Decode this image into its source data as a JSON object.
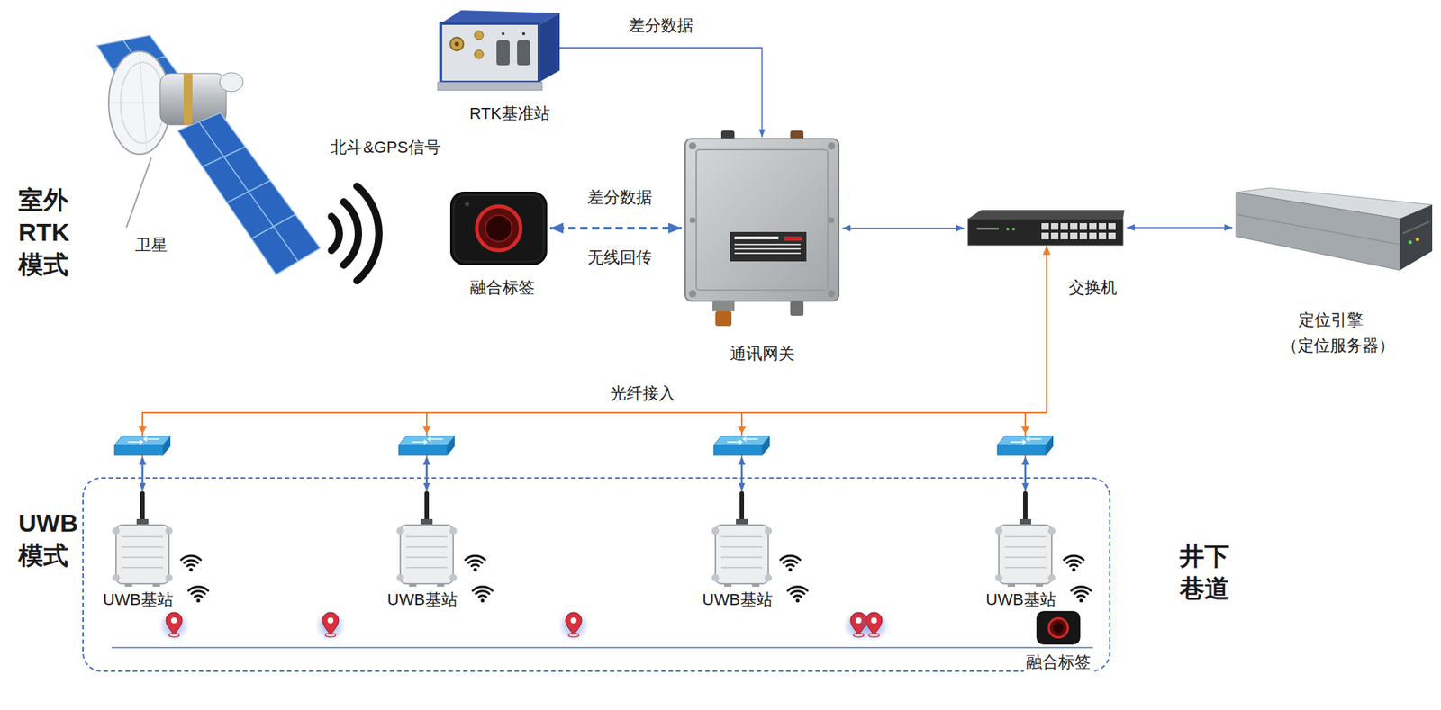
{
  "diagram": {
    "nodes": [
      {
        "text": [
          "卫星"
        ]
      },
      {
        "text": [
          "RTK基准站"
        ]
      },
      {
        "text": [
          "融合标签"
        ]
      },
      {
        "text": [
          "通讯网关"
        ]
      },
      {
        "text": [
          "交换机"
        ]
      },
      {
        "text": [
          "定位引擎",
          "（定位服务器）"
        ]
      },
      {
        "text": [
          "井下 巷道"
        ]
      },
      {
        "text": [
          "UWB基站"
        ],
        "in": 6
      },
      {
        "text": [
          "UWB基站"
        ],
        "in": 6
      },
      {
        "text": [
          "UWB基站"
        ],
        "in": 6
      },
      {
        "text": [
          "UWB基站"
        ],
        "in": 6
      },
      {
        "text": [
          "融合标签"
        ],
        "in": 6
      }
    ],
    "edges": [
      {
        "from": 1,
        "to": 3,
        "label": "差分数据",
        "arrow": "to"
      },
      {
        "from": 3,
        "to": 2,
        "label": "差分数据",
        "arrow": "both"
      },
      {
        "from": 3,
        "to": 4,
        "arrow": "both"
      },
      {
        "from": 4,
        "to": 5,
        "arrow": "both"
      },
      {
        "from": 4,
        "to": 7,
        "arrow": "both"
      },
      {
        "from": 4,
        "to": 8,
        "arrow": "both"
      },
      {
        "from": 4,
        "to": 9,
        "arrow": "both"
      },
      {
        "from": 4,
        "to": 10,
        "arrow": "both"
      }
    ],
    "labels": [
      "室外 RTK 模式",
      "北斗&GPS信号",
      "无线回传",
      "光纤接入",
      "UWB 模式"
    ]
  }
}
